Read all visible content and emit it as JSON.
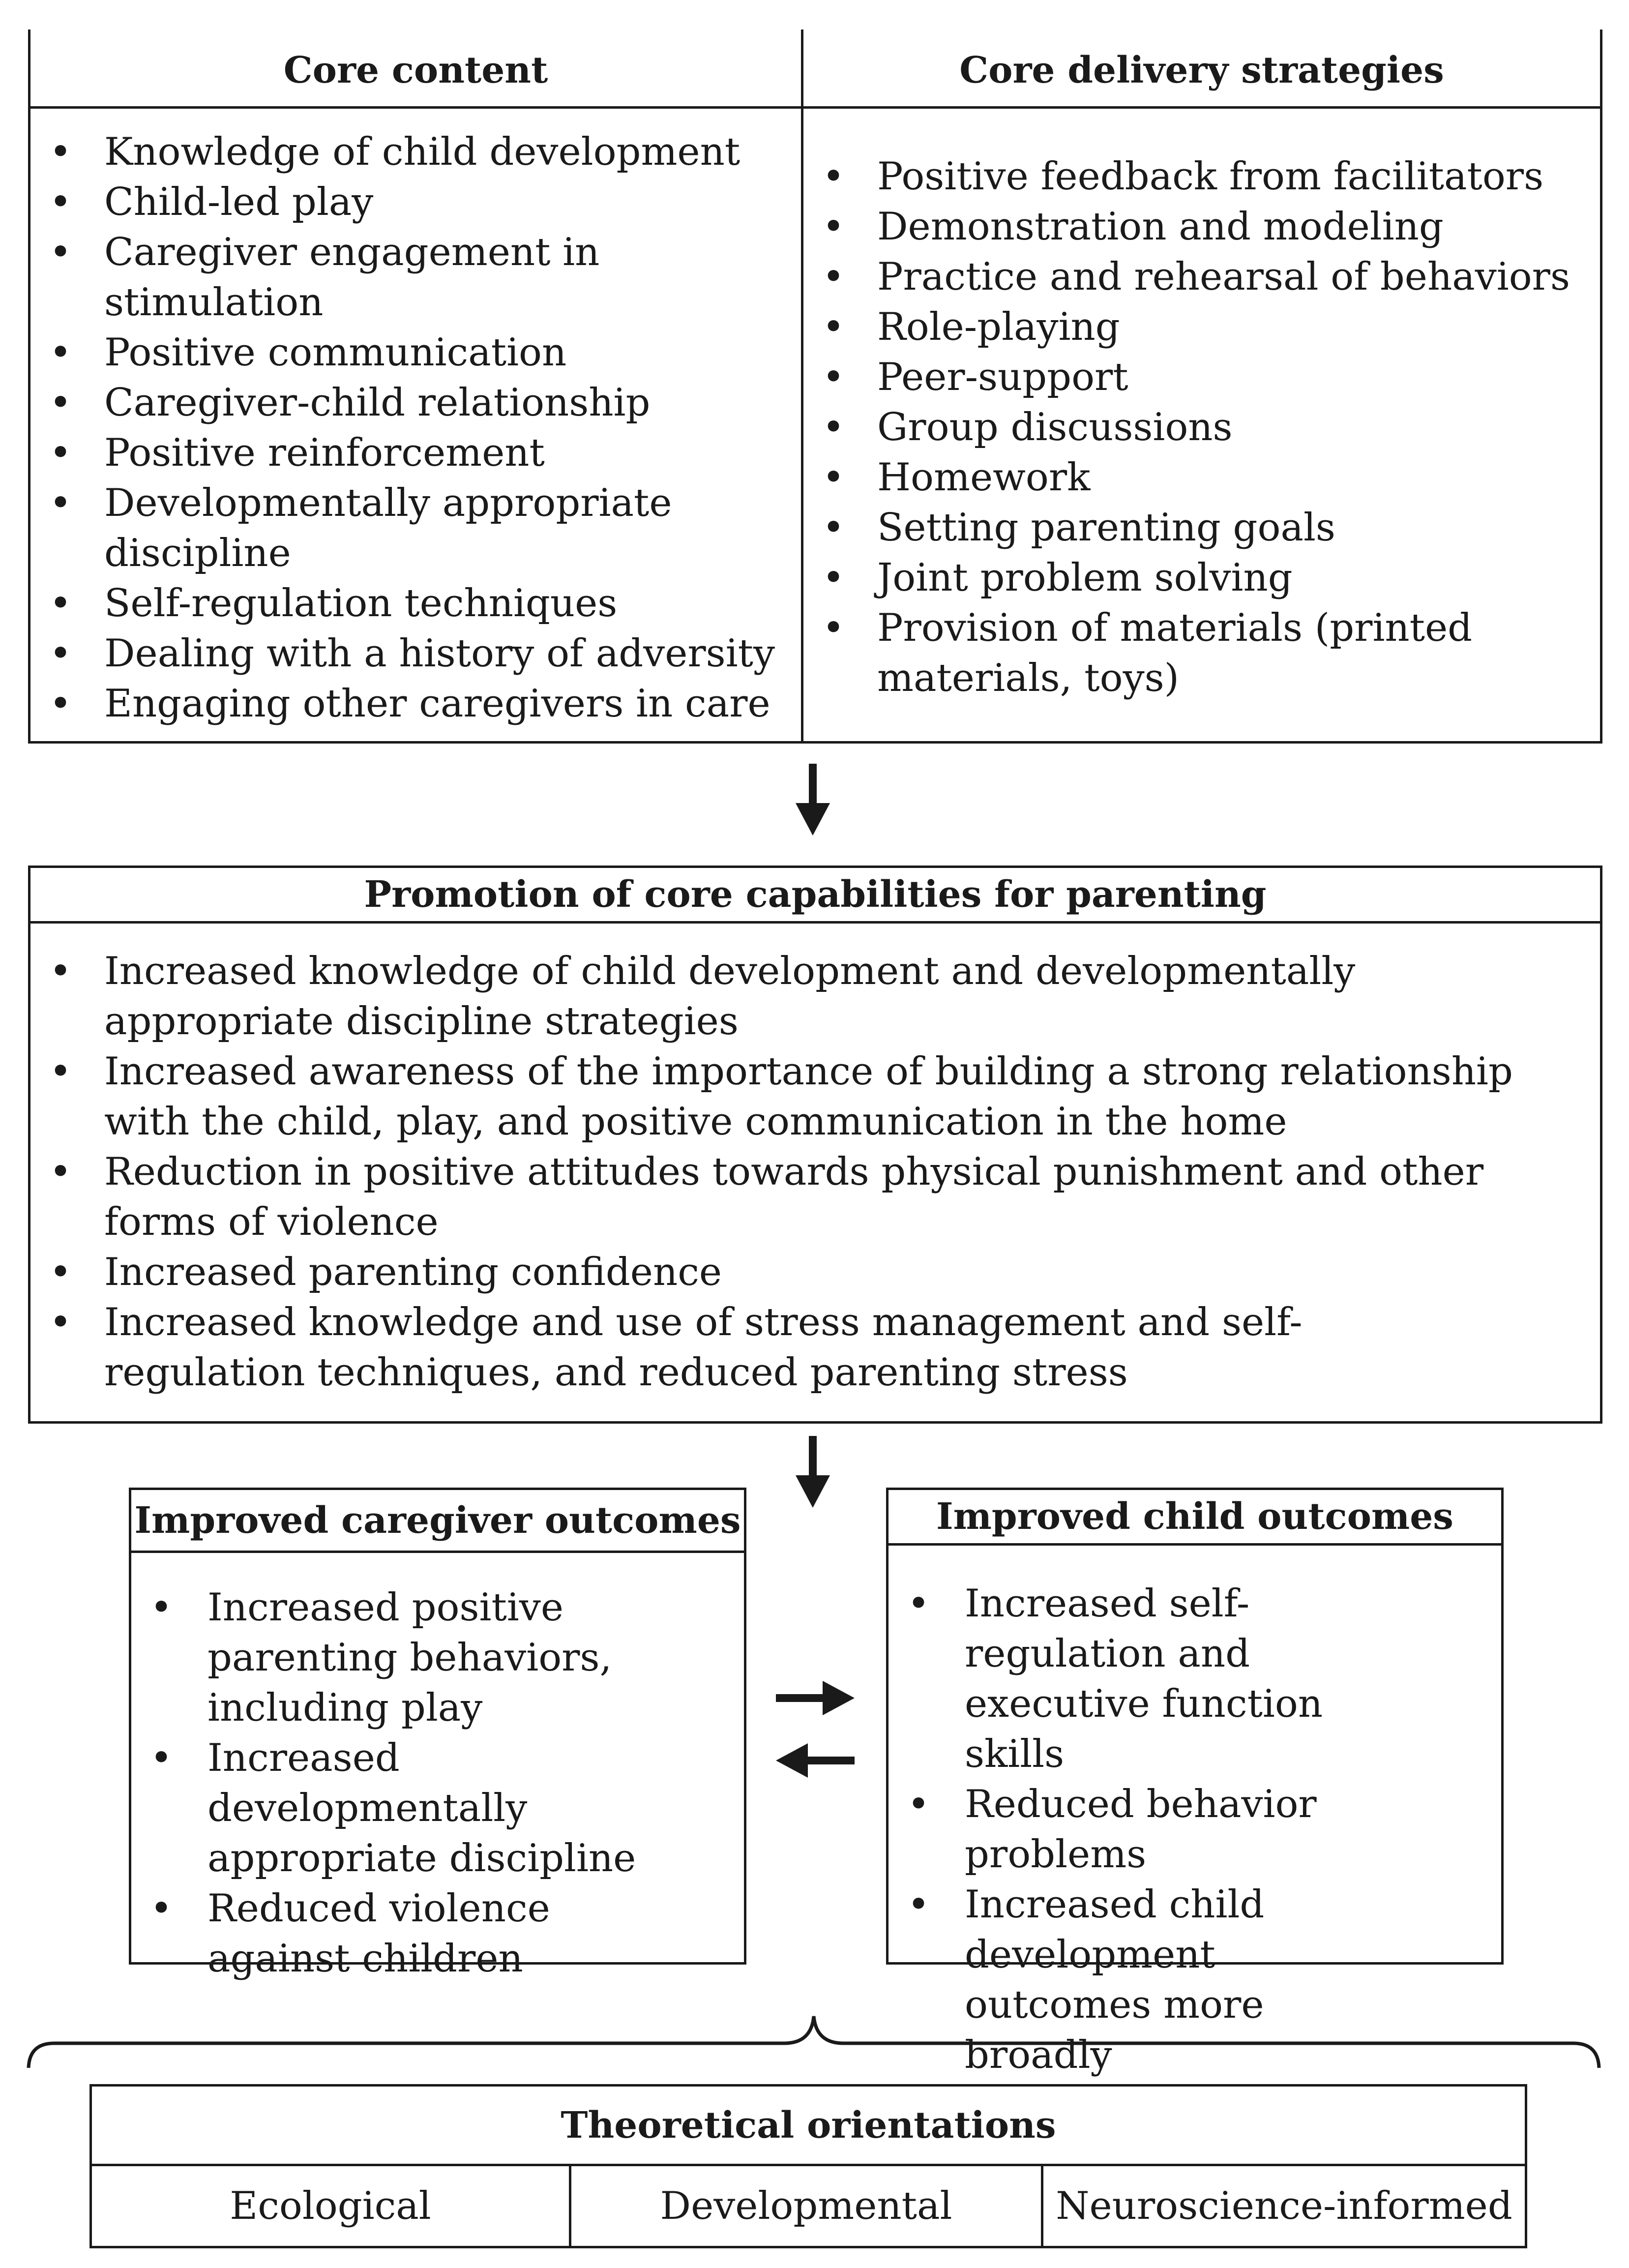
{
  "top_table": {
    "left_header": "Core content",
    "right_header": "Core delivery strategies",
    "core_content": [
      "Knowledge of child development",
      "Child-led play",
      "Caregiver engagement in stimulation",
      "Positive communication",
      "Caregiver-child relationship",
      "Positive reinforcement",
      "Developmentally appropriate discipline",
      "Self-regulation techniques",
      "Dealing with a history of adversity",
      "Engaging other caregivers in care"
    ],
    "core_delivery_strategies": [
      "Positive feedback from facilitators",
      "Demonstration and modeling",
      "Practice and rehearsal of behaviors",
      "Role-playing",
      "Peer-support",
      "Group discussions",
      "Homework",
      "Setting parenting goals",
      "Joint problem solving",
      "Provision of materials (printed materials, toys)"
    ]
  },
  "promotion": {
    "header": "Promotion of core capabilities for parenting",
    "items": [
      "Increased knowledge of child development and developmentally appropriate discipline strategies",
      "Increased awareness of the importance of building a strong relationship with the child, play, and positive communication in the home",
      "Reduction in positive attitudes towards physical punishment and other forms of violence",
      "Increased parenting confidence",
      "Increased knowledge and use of stress management and self-regulation techniques, and reduced parenting stress"
    ]
  },
  "caregiver_outcomes": {
    "header": "Improved caregiver outcomes",
    "items": [
      "Increased positive parenting behaviors, including play",
      "Increased developmentally appropriate discipline",
      "Reduced violence against children"
    ]
  },
  "child_outcomes": {
    "header": "Improved child outcomes",
    "items": [
      "Increased self-regulation and executive function skills",
      "Reduced behavior problems",
      "Increased child development outcomes more broadly"
    ]
  },
  "theoretical": {
    "header": "Theoretical orientations",
    "columns": [
      "Ecological",
      "Developmental",
      "Neuroscience-informed"
    ]
  }
}
